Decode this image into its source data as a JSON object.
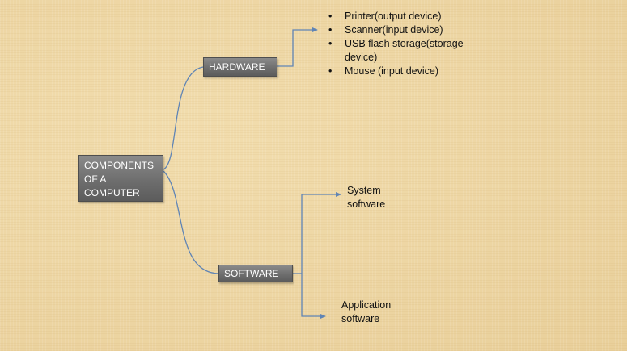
{
  "diagram": {
    "root": {
      "lines": [
        "COMPONENTS",
        "OF A",
        "COMPUTER"
      ]
    },
    "hardware": {
      "label": "HARDWARE",
      "items": [
        "Printer(output device)",
        "Scanner(input device)",
        "USB flash storage(storage device)",
        "Mouse (input device)"
      ]
    },
    "software": {
      "label": "SOFTWARE",
      "children": [
        {
          "lines": [
            "System",
            "software"
          ]
        },
        {
          "lines": [
            "Application",
            "software"
          ]
        }
      ]
    },
    "bullet": "•",
    "colors": {
      "background": "#ebd3a0",
      "node_fill": "#767676",
      "connector": "#5f84b5",
      "text_dark": "#111111",
      "text_light": "#ffffff"
    }
  }
}
